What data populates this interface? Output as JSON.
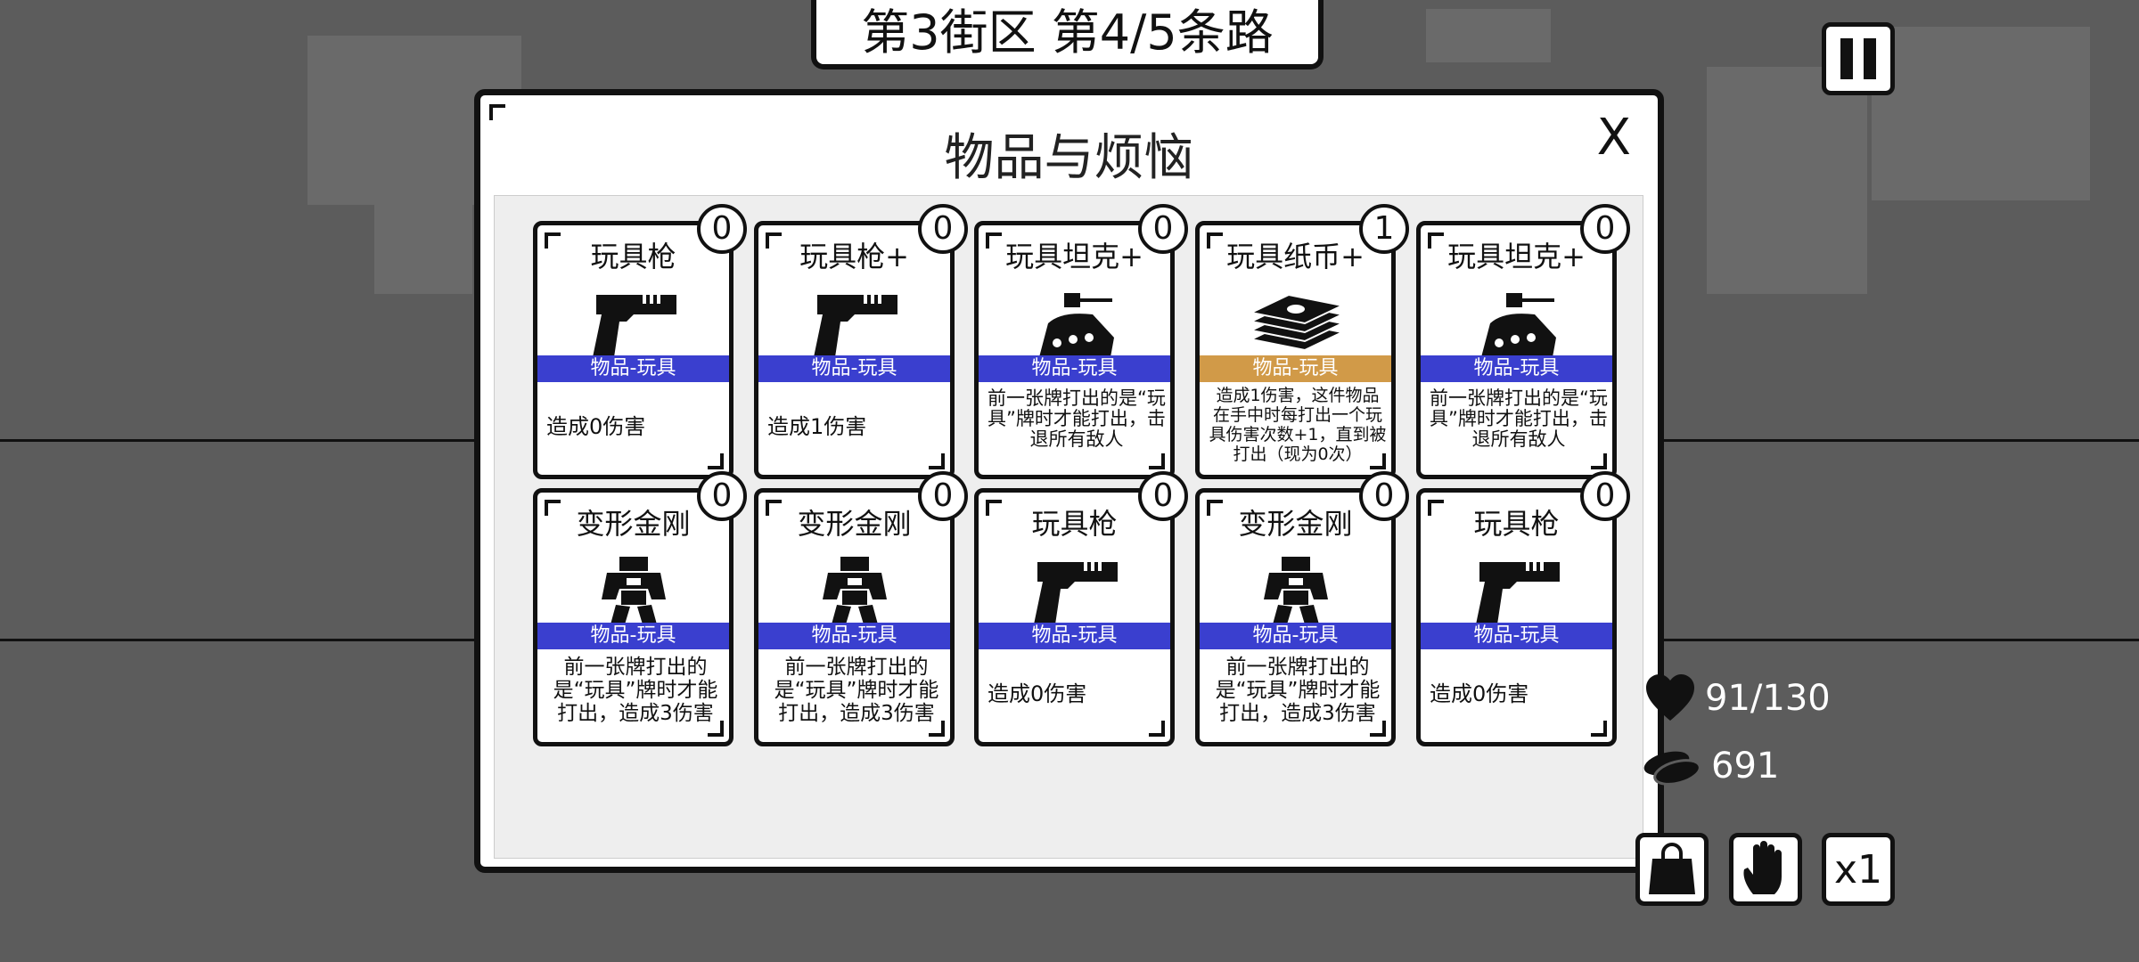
{
  "header": {
    "location": "第3街区 第4/5条路"
  },
  "panel": {
    "title": "物品与烦恼",
    "close_label": "X"
  },
  "colors": {
    "toy_tag": "#3a3fcf",
    "special_tag": "#d19a48"
  },
  "cards": [
    {
      "name": "玩具枪",
      "tag": "物品-玩具",
      "desc": "造成0伤害",
      "count": "0",
      "icon": "pistol-icon",
      "tag_color": "#3a3fcf"
    },
    {
      "name": "玩具枪+",
      "tag": "物品-玩具",
      "desc": "造成1伤害",
      "count": "0",
      "icon": "pistol-icon",
      "tag_color": "#3a3fcf"
    },
    {
      "name": "玩具坦克+",
      "tag": "物品-玩具",
      "desc": "前一张牌打出的是“玩具”牌时才能打出，击退所有敌人",
      "count": "0",
      "icon": "tank-icon",
      "tag_color": "#3a3fcf"
    },
    {
      "name": "玩具纸币+",
      "tag": "物品-玩具",
      "desc": "造成1伤害，这件物品在手中时每打出一个玩具伤害次数+1，直到被打出（现为0次）",
      "count": "1",
      "icon": "money-stack-icon",
      "tag_color": "#d19a48"
    },
    {
      "name": "玩具坦克+",
      "tag": "物品-玩具",
      "desc": "前一张牌打出的是“玩具”牌时才能打出，击退所有敌人",
      "count": "0",
      "icon": "tank-icon",
      "tag_color": "#3a3fcf"
    },
    {
      "name": "变形金刚",
      "tag": "物品-玩具",
      "desc": "前一张牌打出的是“玩具”牌时才能打出，造成3伤害",
      "count": "0",
      "icon": "robot-icon",
      "tag_color": "#3a3fcf"
    },
    {
      "name": "变形金刚",
      "tag": "物品-玩具",
      "desc": "前一张牌打出的是“玩具”牌时才能打出，造成3伤害",
      "count": "0",
      "icon": "robot-icon",
      "tag_color": "#3a3fcf"
    },
    {
      "name": "玩具枪",
      "tag": "物品-玩具",
      "desc": "造成0伤害",
      "count": "0",
      "icon": "pistol-icon",
      "tag_color": "#3a3fcf"
    },
    {
      "name": "变形金刚",
      "tag": "物品-玩具",
      "desc": "前一张牌打出的是“玩具”牌时才能打出，造成3伤害",
      "count": "0",
      "icon": "robot-icon",
      "tag_color": "#3a3fcf"
    },
    {
      "name": "玩具枪",
      "tag": "物品-玩具",
      "desc": "造成0伤害",
      "count": "0",
      "icon": "pistol-icon",
      "tag_color": "#3a3fcf"
    }
  ],
  "stats": {
    "health": "91/130",
    "coins": "691"
  },
  "controls": {
    "speed_label": "x1"
  }
}
